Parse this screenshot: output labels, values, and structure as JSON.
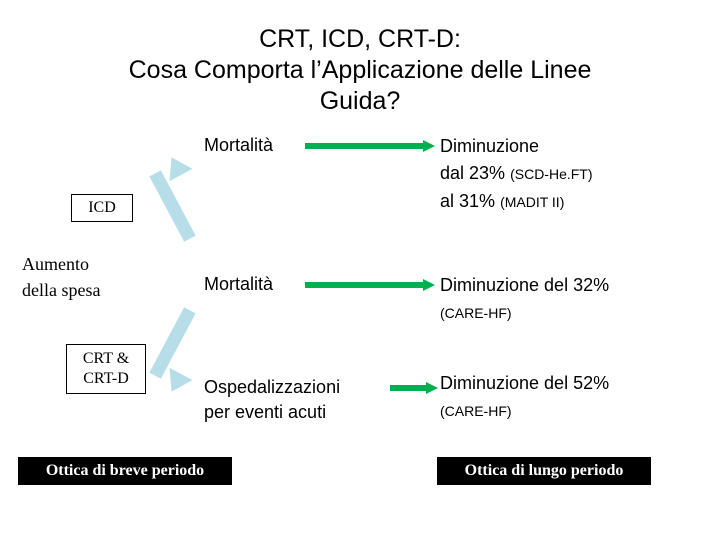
{
  "slide": {
    "title_lines": [
      "CRT, ICD, CRT-D:",
      "Cosa Comporta l’Applicazione delle Linee",
      "Guida?"
    ],
    "left_column": {
      "icd_box": "ICD",
      "cost_line1": "Aumento",
      "cost_line2": "della spesa",
      "crt_box_line1": "CRT &",
      "crt_box_line2": "CRT-D"
    },
    "middle_column": {
      "mortality_1": "Mortalità",
      "mortality_2": "Mortalità",
      "hospitalization_line1": "Ospedalizzazioni",
      "hospitalization_line2": "per eventi acuti"
    },
    "right_column": {
      "outcome_1_line1": "Diminuzione",
      "outcome_1_line2_main": "dal 23%",
      "outcome_1_line2_note": "(SCD-He.FT)",
      "outcome_1_line3_main": "al 31%",
      "outcome_1_line3_note": "(MADIT II)",
      "outcome_2_main": "Diminuzione del 32%",
      "outcome_2_note": "(CARE-HF)",
      "outcome_3_main": "Diminuzione del 52%",
      "outcome_3_note": "(CARE-HF)"
    },
    "banners": {
      "left": "Ottica di breve periodo",
      "right": "Ottica di lungo periodo"
    },
    "colors": {
      "green_arrow": "#00b050",
      "blue_arrow": "#b7dde8",
      "banner_bg": "#000000",
      "banner_text": "#ffffff"
    },
    "icons": {
      "arrow_right_1": "arrow-right-icon",
      "arrow_right_2": "arrow-right-icon",
      "arrow_right_3": "arrow-right-icon",
      "arrow_up_right": "arrow-up-icon",
      "arrow_down_right": "arrow-down-icon"
    }
  }
}
